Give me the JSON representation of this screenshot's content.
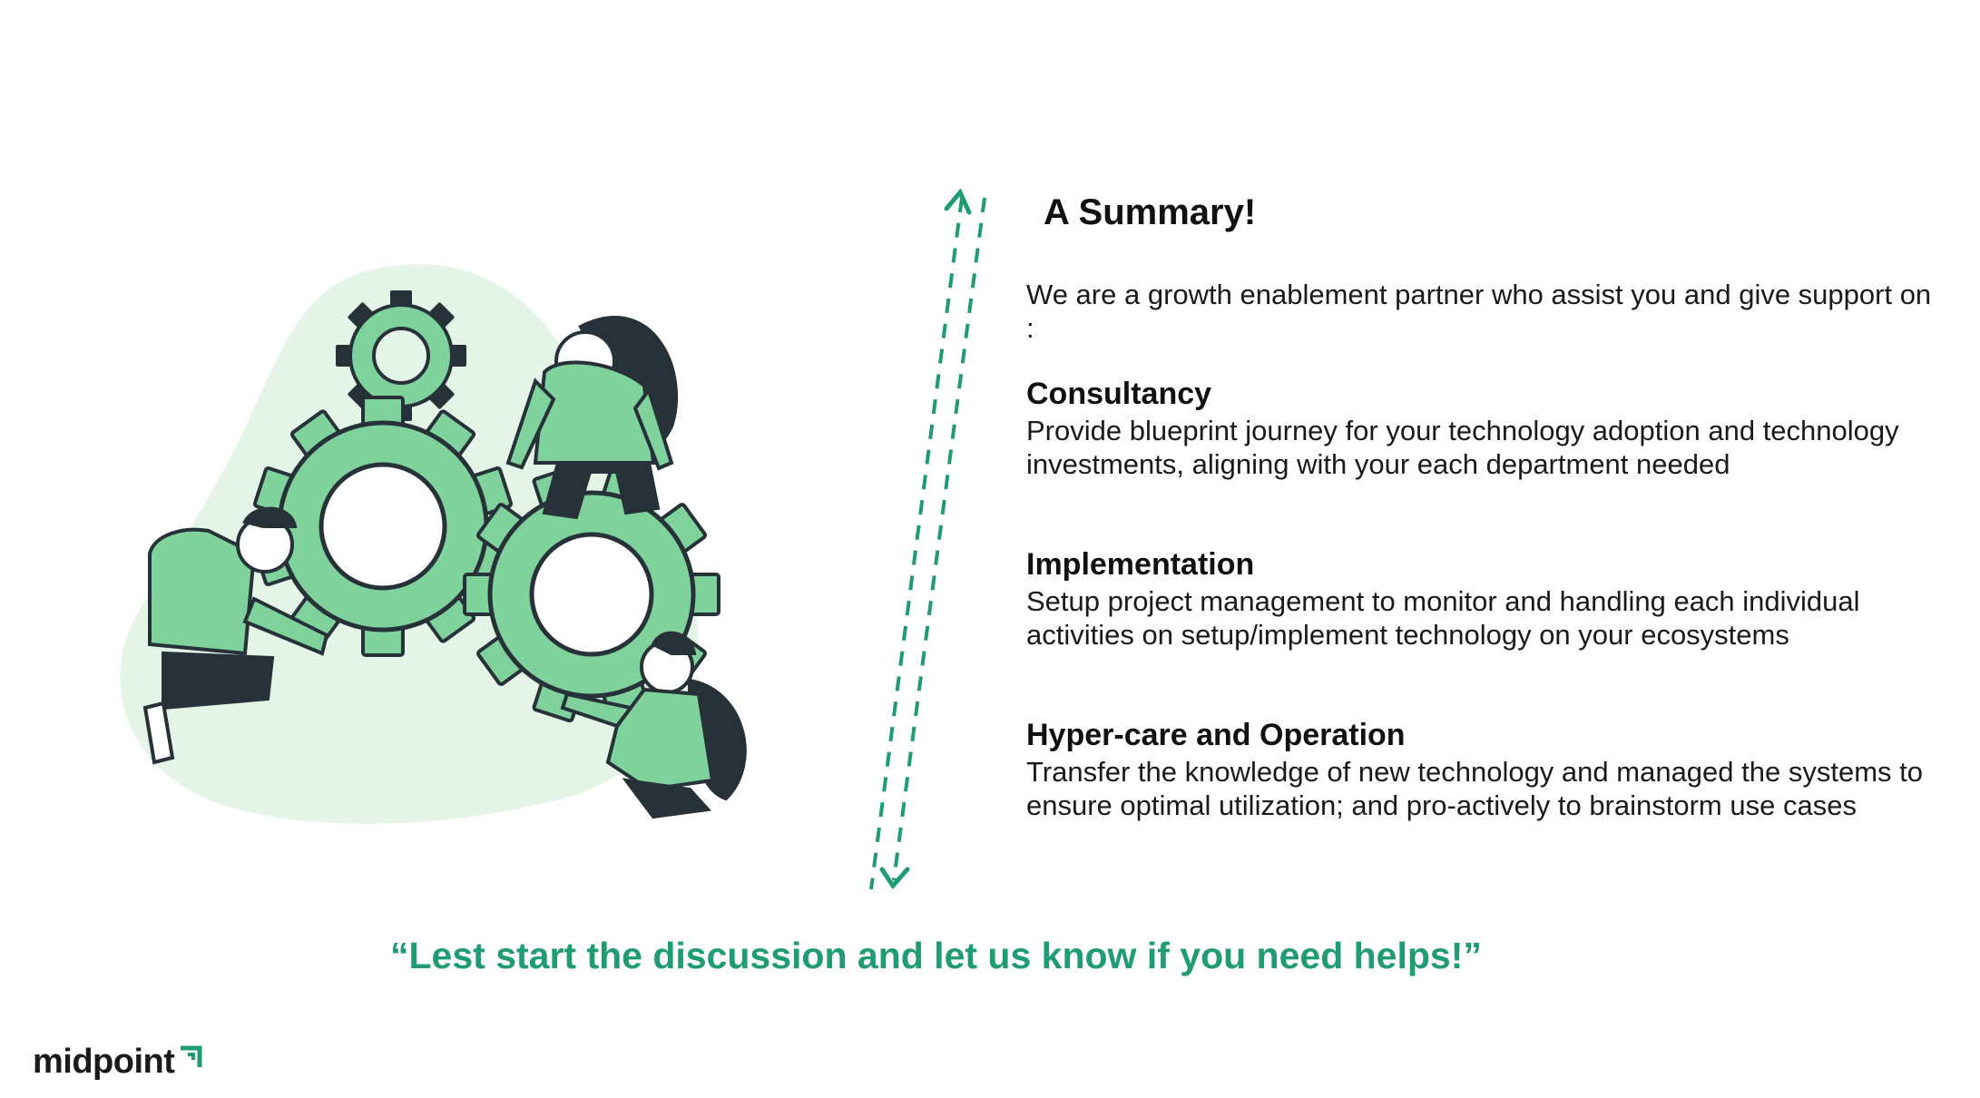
{
  "summary": {
    "title": "A Summary!",
    "intro": "We are a growth enablement partner who assist you and give support on :"
  },
  "services": [
    {
      "heading": "Consultancy",
      "body": "Provide blueprint journey for your technology adoption and technology investments, aligning with your each department needed"
    },
    {
      "heading": "Implementation",
      "body": "Setup project management to monitor and handling each individual activities on setup/implement technology on your ecosystems"
    },
    {
      "heading": "Hyper-care and Operation",
      "body": "Transfer the knowledge of new technology and managed the systems to ensure optimal utilization; and pro-actively to brainstorm use cases"
    }
  ],
  "quote": "“Lest start the discussion and let us know if you need helps!”",
  "brand": {
    "name": "midpoint",
    "logo_icon": "corner-arrow-icon"
  },
  "illustration": {
    "subject": "team-assembling-gears",
    "icon": "gears-teamwork-icon"
  },
  "colors": {
    "accent": "#1f9c70",
    "gear_fill": "#7fd29c",
    "blob": "#e4f4e7",
    "dark": "#263238"
  }
}
